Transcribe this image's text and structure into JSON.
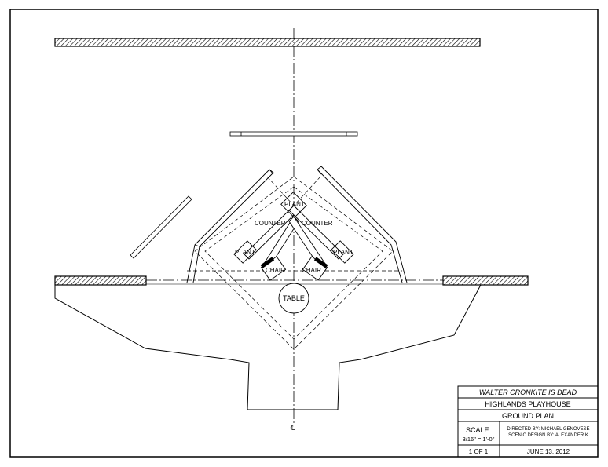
{
  "labels": {
    "plant_top": "PLANT",
    "plant_left": "PLANT",
    "plant_right": "PLANT",
    "counter_left": "COUNTER",
    "counter_right": "COUNTER",
    "chair_left": "CHAIR",
    "chair_right": "CHAIR",
    "table": "TABLE"
  },
  "center_mark": "℄",
  "title_block": {
    "play_title": "WALTER CRONKITE IS DEAD",
    "venue": "HIGHLANDS PLAYHOUSE",
    "drawing": "GROUND PLAN",
    "scale_label": "SCALE:",
    "scale_value": "3/16\" = 1'-0\"",
    "directed_by": "DIRECTED BY: MICHAEL GENOVESE",
    "scenic_design": "SCENIC DESIGN BY: ALEXANDER K",
    "sheet": "1 OF 1",
    "date": "JUNE 13, 2012"
  }
}
